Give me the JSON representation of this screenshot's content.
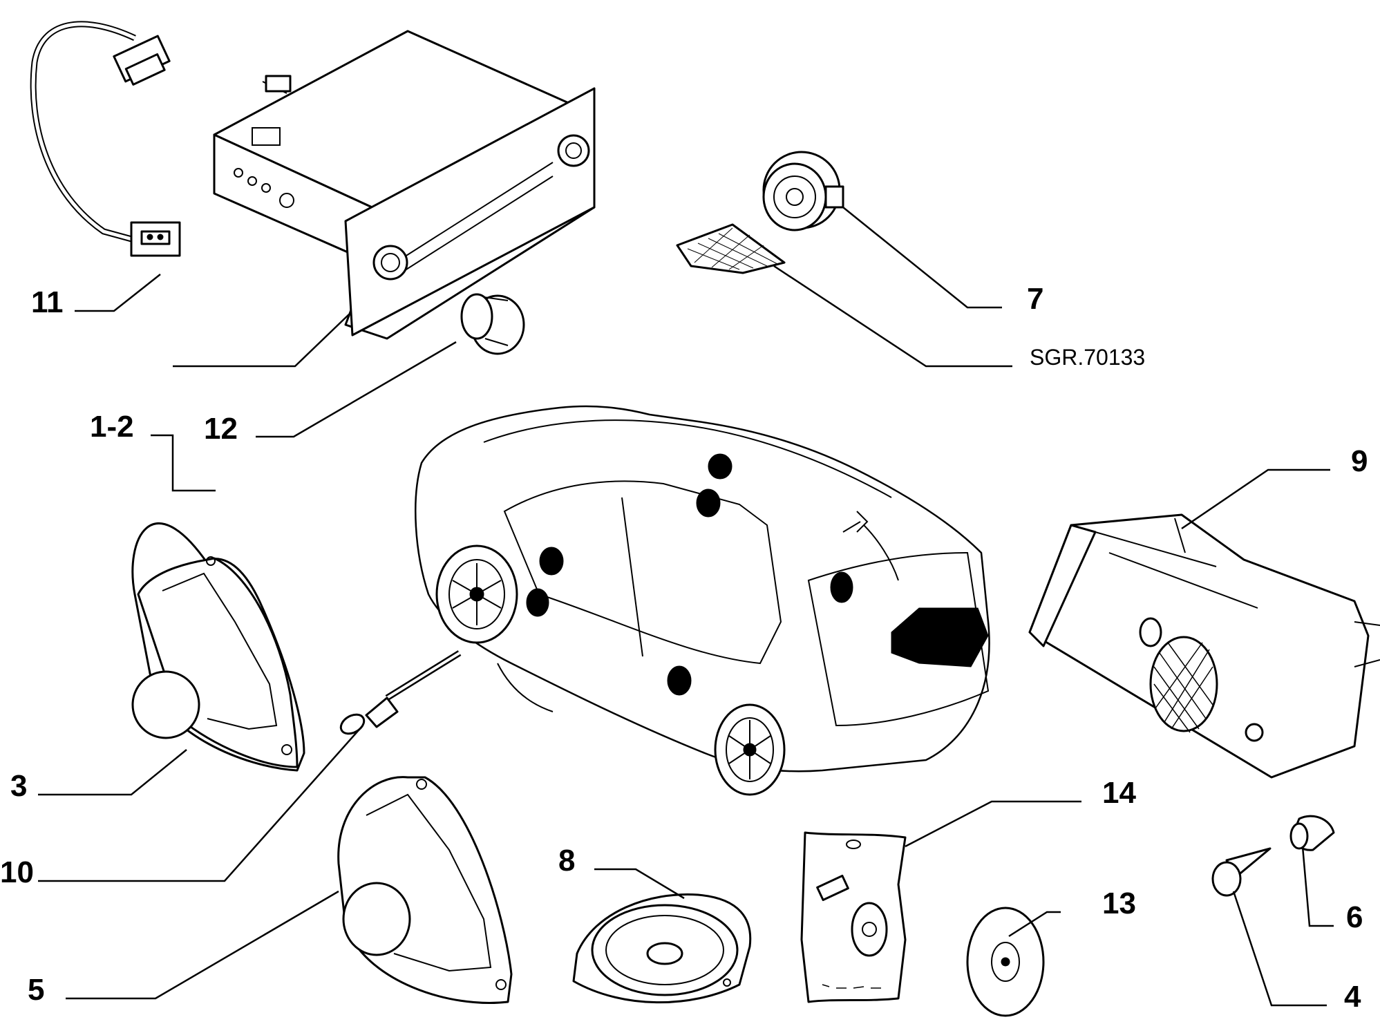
{
  "callouts": {
    "c11": "11",
    "c1_2": "1-2",
    "c12": "12",
    "c7": "7",
    "ref_code": "SGR.70133",
    "c9": "9",
    "c3": "3",
    "c10": "10",
    "c5": "5",
    "c8": "8",
    "c14": "14",
    "c13": "13",
    "c6": "6",
    "c4": "4"
  }
}
